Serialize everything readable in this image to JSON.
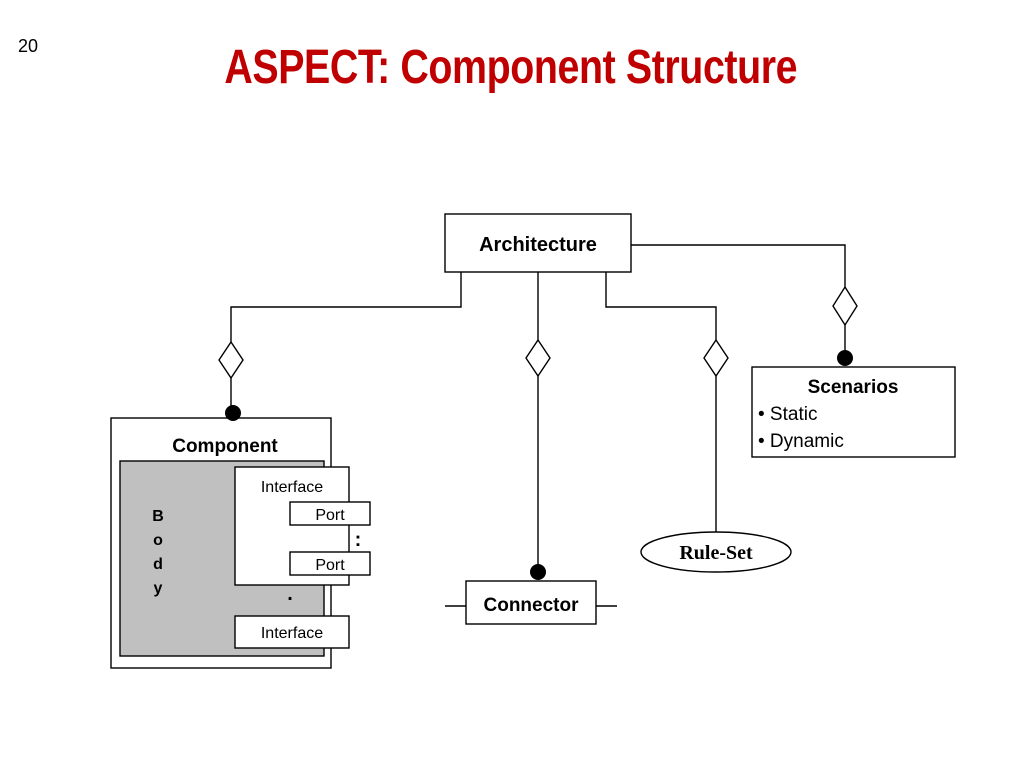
{
  "slide": {
    "number": "20",
    "title": "ASPECT: Component Structure"
  },
  "colors": {
    "title": "#c00000",
    "body_fill": "#c0c0c0",
    "line": "#000000"
  },
  "diagram": {
    "architecture": "Architecture",
    "scenarios": {
      "title": "Scenarios",
      "items": [
        "•  Static",
        "•  Dynamic"
      ]
    },
    "component": "Component",
    "body_letters": [
      "B",
      "o",
      "d",
      "y"
    ],
    "interface_top": "Interface",
    "port_1": "Port",
    "port_2": "Port",
    "ellipsis_colon": ":",
    "ellipsis_dot": ".",
    "interface_bottom": "Interface",
    "rule_set": "Rule-Set",
    "connector": "Connector"
  }
}
